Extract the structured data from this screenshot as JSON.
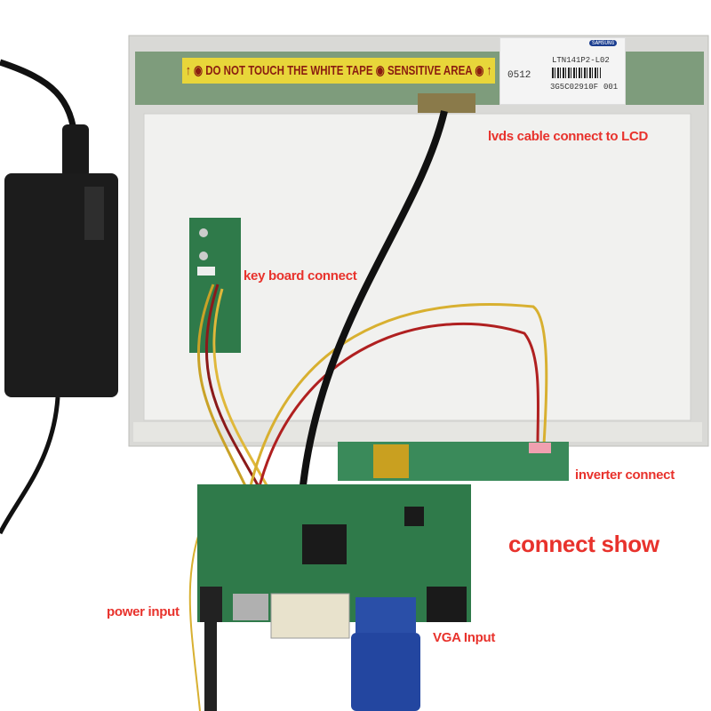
{
  "panel": {
    "warning_tape": "↑ ◉ DO NOT TOUCH THE WHITE TAPE ◉ SENSITIVE AREA ◉ ↑",
    "sticker_code": "0512",
    "model": "LTN141P2-L02",
    "serial": "3G5C02910F",
    "serial_suffix": "001",
    "brand": "SAMSUNG"
  },
  "labels": {
    "lvds": "lvds cable connect to LCD",
    "keyboard": "key board connect",
    "inverter": "inverter  connect",
    "title": "connect show",
    "power": "power input",
    "vga": "VGA Input"
  },
  "colors": {
    "label_red": "#e8322c",
    "pcb_green": "#2f7a4a",
    "vga_blue": "#2a4fa8",
    "tape_yellow": "#e8d63a"
  }
}
